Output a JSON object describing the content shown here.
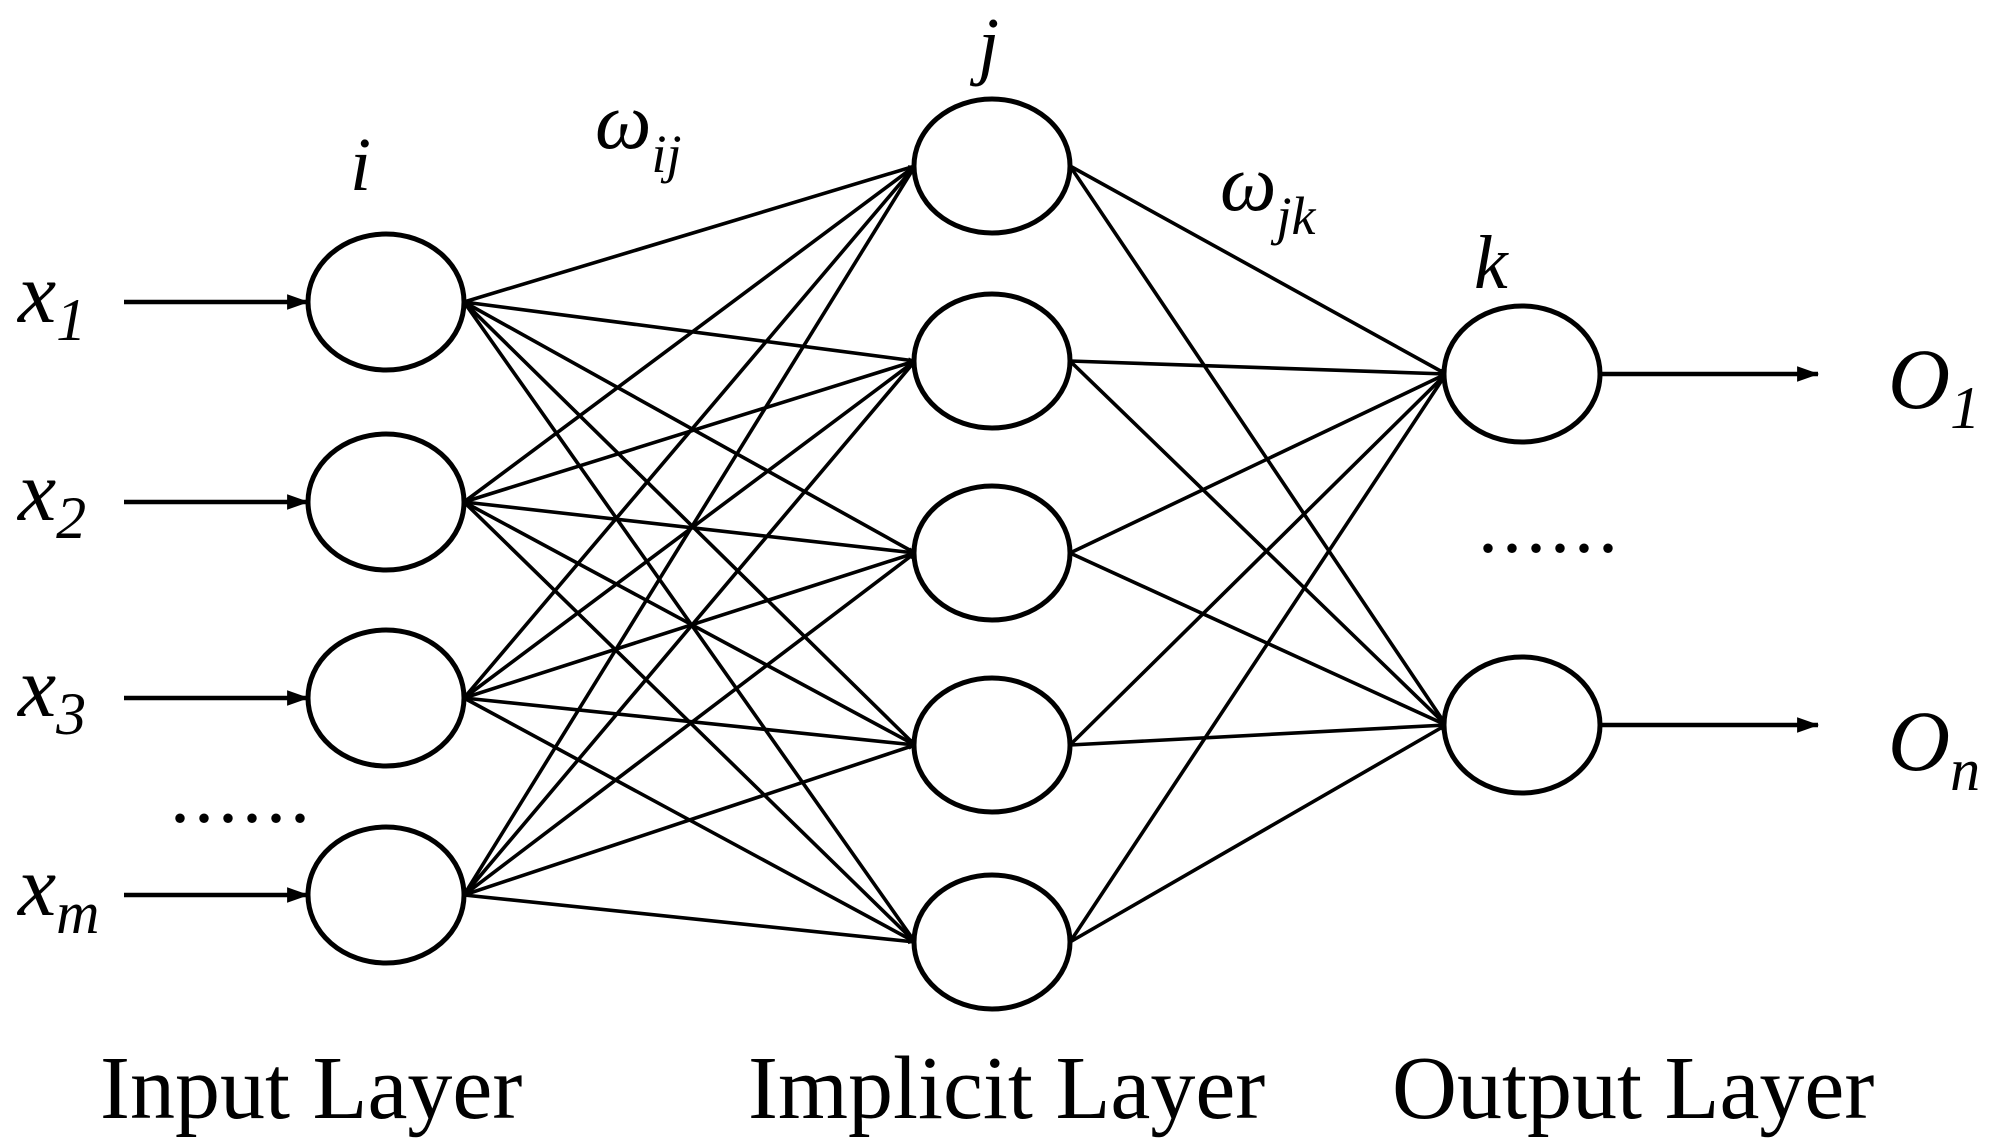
{
  "inputs": [
    {
      "base": "x",
      "sub": "1"
    },
    {
      "base": "x",
      "sub": "2"
    },
    {
      "base": "x",
      "sub": "3"
    },
    {
      "base": "x",
      "sub": "m"
    }
  ],
  "outputs": [
    {
      "base": "O",
      "sub": "1"
    },
    {
      "base": "O",
      "sub": "n"
    }
  ],
  "index_labels": {
    "input": "i",
    "hidden": "j",
    "output": "k"
  },
  "weights": {
    "input_hidden": {
      "base": "ω",
      "sub": "ij"
    },
    "hidden_output": {
      "base": "ω",
      "sub": "jk"
    }
  },
  "ellipsis_input": "......",
  "ellipsis_output": "......",
  "layers": {
    "input": "Input Layer",
    "hidden": "Implicit Layer",
    "output": "Output Layer"
  }
}
